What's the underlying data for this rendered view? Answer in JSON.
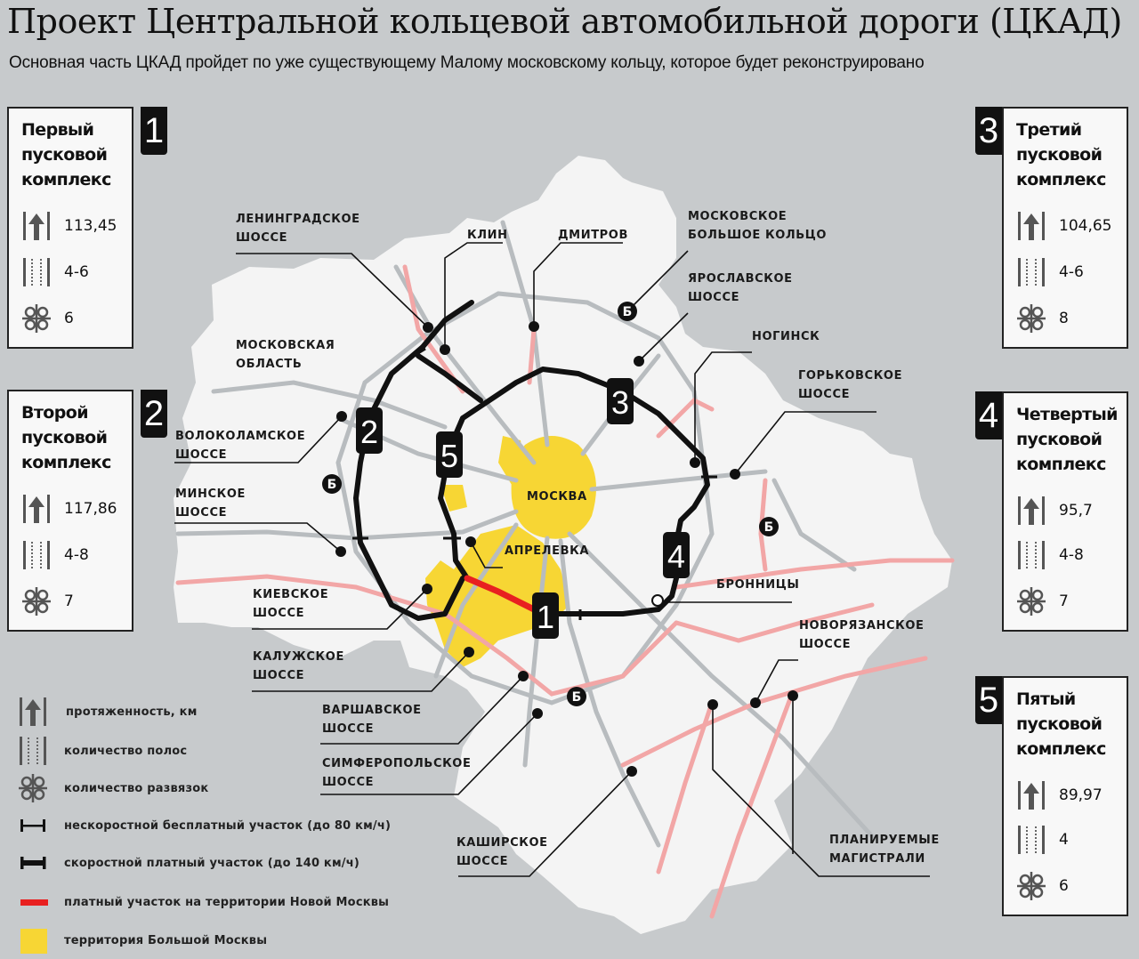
{
  "header": {
    "title": "Проект Центральной кольцевой автомобильной дороги (ЦКАД)",
    "subtitle": "Основная часть ЦКАД пройдет по уже существующему Малому московскому кольцу, которое будет реконструировано"
  },
  "complexes": [
    {
      "number": "1",
      "title": "Первый\nпусковой\nкомплекс",
      "length_km": "113,45",
      "lanes": "4-6",
      "interchanges": "6"
    },
    {
      "number": "2",
      "title": "Второй\nпусковой\nкомплекс",
      "length_km": "117,86",
      "lanes": "4-8",
      "interchanges": "7"
    },
    {
      "number": "3",
      "title": "Третий\nпусковой\nкомплекс",
      "length_km": "104,65",
      "lanes": "4-6",
      "interchanges": "8"
    },
    {
      "number": "4",
      "title": "Четвертый\nпусковой\nкомплекс",
      "length_km": "95,7",
      "lanes": "4-8",
      "interchanges": "7"
    },
    {
      "number": "5",
      "title": "Пятый\nпусковой\nкомплекс",
      "length_km": "89,97",
      "lanes": "4",
      "interchanges": "6"
    }
  ],
  "map": {
    "labels": {
      "leningradskoe": "ЛЕНИНГРАДСКОЕ\nШОССЕ",
      "klin": "КЛИН",
      "dmitrov": "ДМИТРОВ",
      "mbk": "МОСКОВСКОЕ\nБОЛЬШОЕ КОЛЬЦО",
      "yaroslavskoe": "ЯРОСЛАВСКОЕ\nШОССЕ",
      "noginsk": "НОГИНСК",
      "gorkovskoe": "ГОРЬКОВСКОЕ\nШОССЕ",
      "oblast": "МОСКОВСКАЯ\nОБЛАСТЬ",
      "volokolamskoe": "ВОЛОКОЛАМСКОЕ\nШОССЕ",
      "minskoe": "МИНСКОЕ\nШОССЕ",
      "moskva": "МОСКВА",
      "aprelevka": "АПРЕЛЕВКА",
      "kievskoe": "КИЕВСКОЕ\nШОССЕ",
      "bronnitsy": "БРОННИЦЫ",
      "kaluzhskoe": "КАЛУЖСКОЕ\nШОССЕ",
      "novoryazanskoe": "НОВОРЯЗАНСКОЕ\nШОССЕ",
      "varshavskoe": "ВАРШАВСКОЕ\nШОССЕ",
      "simferopolskoe": "СИМФЕРОПОЛЬСКОЕ\nШОССЕ",
      "kashirskoe": "КАШИРСКОЕ\nШОССЕ",
      "planned": "ПЛАНИРУЕМЫЕ\nМАГИСТРАЛИ"
    },
    "mbk_marker": "Б",
    "section_markers": [
      "1",
      "2",
      "3",
      "4",
      "5"
    ]
  },
  "legend": {
    "items": [
      {
        "icon": "length-arrow-icon",
        "label": "протяженность, км"
      },
      {
        "icon": "lanes-icon",
        "label": "количество полос"
      },
      {
        "icon": "interchange-icon",
        "label": "количество развязок"
      },
      {
        "icon": "thin-segment-icon",
        "label": "нескоростной бесплатный участок (до 80 км/ч)"
      },
      {
        "icon": "thick-segment-icon",
        "label": "скоростной платный участок (до 140 км/ч)"
      },
      {
        "icon": "red-segment-icon",
        "label": "платный участок на территории  Новой Москвы"
      },
      {
        "icon": "yellow-area-icon",
        "label": "территория Большой Москвы"
      }
    ]
  },
  "colors": {
    "background": "#c7cacc",
    "region": "#f4f4f4",
    "road_existing": "#b8bcbf",
    "road_planned": "#f2a6a6",
    "ckad": "#111111",
    "toll_new_moscow": "#e82020",
    "greater_moscow": "#f7d634"
  }
}
